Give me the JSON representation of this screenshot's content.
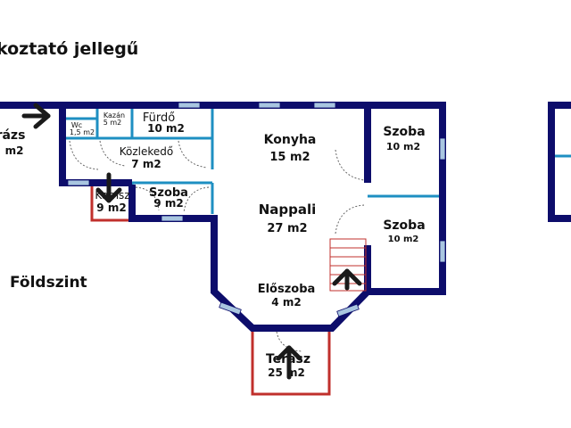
{
  "header": {
    "title": "koztató jellegű"
  },
  "floor_label": "Földszint",
  "rooms": {
    "garage": {
      "name": "rázs",
      "area": "m2"
    },
    "wc": {
      "name": "Wc",
      "area": "1,5 m2"
    },
    "kazan": {
      "name": "Kazán",
      "area": "5 m2"
    },
    "furdo": {
      "name": "Fürdő",
      "area": "10 m2"
    },
    "kozlekedo": {
      "name": "Közlekedő",
      "area": "7 m2"
    },
    "kamra": {
      "name": "Kamsz",
      "area": "9 m2"
    },
    "szoba_small": {
      "name": "Szoba",
      "area": "9 m2"
    },
    "konyha": {
      "name": "Konyha",
      "area": "15 m2"
    },
    "nappali": {
      "name": "Nappali",
      "area": "27 m2"
    },
    "eloszoba": {
      "name": "Előszoba",
      "area": "4 m2"
    },
    "szoba_top": {
      "name": "Szoba",
      "area": "10 m2"
    },
    "szoba_mid": {
      "name": "Szoba",
      "area": "10 m2"
    },
    "terasz": {
      "name": "Terasz",
      "area": "25 m2"
    }
  },
  "colors": {
    "exterior_wall": "#0d0d6b",
    "interior_wall": "#1e8fc2",
    "window": "#a9c6e0",
    "outdoor": "#c0302c",
    "arrow": "#1a1a1a"
  },
  "icons": [
    "entrance-arrow-icon",
    "door-swing-icon",
    "window-icon",
    "staircase-icon"
  ]
}
